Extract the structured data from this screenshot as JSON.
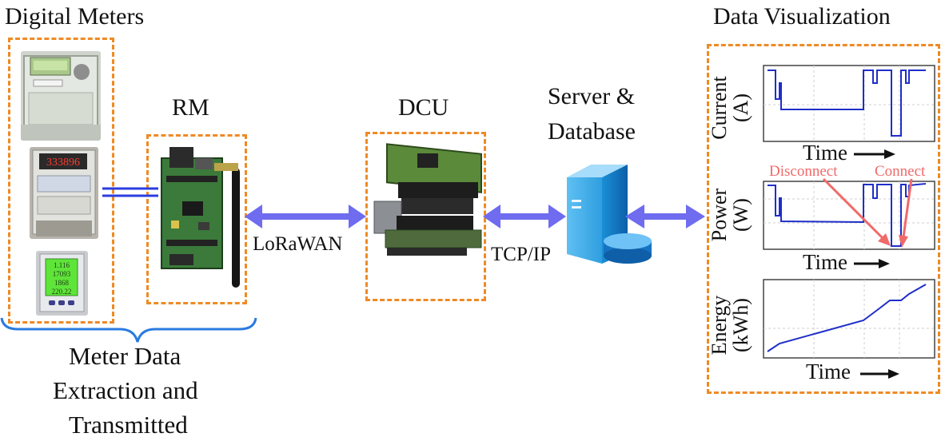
{
  "sections": {
    "digital_meters": "Digital Meters",
    "rm": "RM",
    "dcu": "DCU",
    "server_line1": "Server &",
    "server_line2": "Database",
    "data_visualization": "Data Visualization"
  },
  "links": {
    "lorawan": "LoRaWAN",
    "tcpip": "TCP/IP"
  },
  "caption": {
    "line1": "Meter Data",
    "line2": "Extraction and",
    "line3": "Transmitted"
  },
  "meter_displays": {
    "meter2_digits": "333896",
    "meter3_lines": [
      "1.116",
      "17093",
      "1868",
      "220.22"
    ]
  },
  "charts": {
    "current": {
      "ylabel_line1": "Current",
      "ylabel_line2": "(A)",
      "xlabel": "Time"
    },
    "power": {
      "ylabel_line1": "Power",
      "ylabel_line2": "(W)",
      "xlabel": "Time",
      "annotations": {
        "disconnect": "Disconnect",
        "connect": "Connect"
      }
    },
    "energy": {
      "ylabel_line1": "Energy",
      "ylabel_line2": "(kWh)",
      "xlabel": "Time"
    }
  },
  "colors": {
    "dashed_border": "#ef8a25",
    "arrow": "#6f6cf0",
    "plot_line": "#1f2ec8",
    "annotation": "#f06a6a",
    "brace": "#2a7be0"
  }
}
